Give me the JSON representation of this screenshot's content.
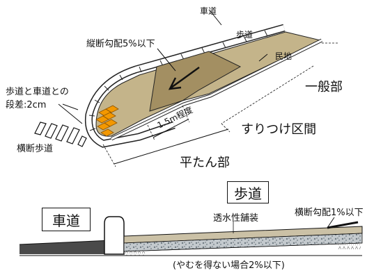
{
  "plan": {
    "roadway": "車道",
    "sidewalk": "歩道",
    "private_land": "民地",
    "longitudinal_slope": "縦断勾配5%以下",
    "step_note_line1": "歩道と車道との",
    "step_note_line2": "段差:2cm",
    "crosswalk": "横断歩道",
    "length": "1.5m程度",
    "general_section": "一般部",
    "transition_section": "すりつけ区間",
    "flat_section": "平たん部"
  },
  "section": {
    "sidewalk": "歩道",
    "roadway": "車道",
    "pavement": "透水性舗装",
    "cross_slope": "横断勾配1%以下",
    "exception_note": "(やむを得ない場合2%以下)"
  },
  "colors": {
    "sidewalk_tan": "#c4b48a",
    "transition_tan": "#a38f62",
    "curb": "#ffffff",
    "tactile_block": "#f39800",
    "road_asphalt": "#4a4a4a",
    "gravel": "#bcc2c6"
  }
}
